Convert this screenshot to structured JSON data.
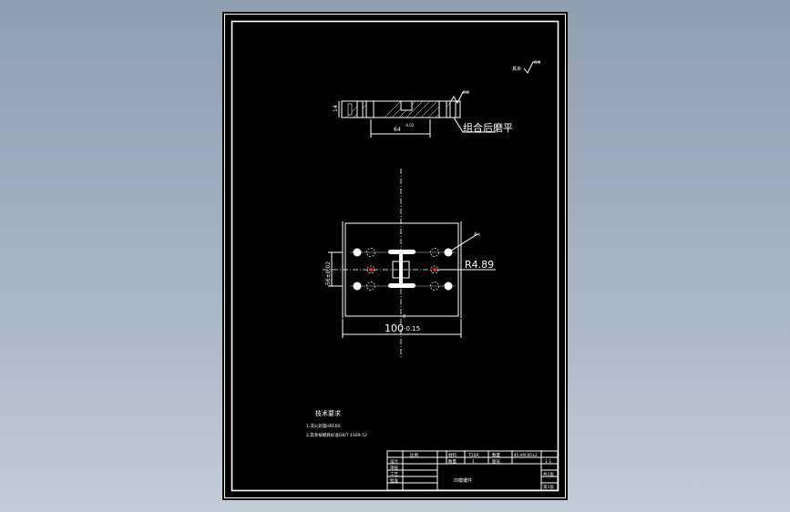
{
  "drawing": {
    "roughness_note": "其余",
    "roughness_value": "0.8",
    "section_roughness": "0.8",
    "section_thickness": "14",
    "section_width_dim": "64",
    "section_width_tol": "-0.02",
    "grind_note": "组合后磨平",
    "radius_label": "R4.89",
    "corner_label": "4×",
    "height_dim": "56±0.02",
    "width_dim": "100",
    "width_tol": "-0.15",
    "width_tol_upper": "0",
    "tech_title": "技术要求",
    "tech_items": [
      "1.淬火处理HRC60",
      "2.其余按模具标准GB/T 4169-52"
    ]
  },
  "title_block": {
    "r1": [
      "比例",
      "材料",
      "T10A",
      "数量",
      "45 HRC60±2",
      "1:1"
    ],
    "r2": [
      "设计",
      "",
      "数量",
      "1",
      "图号",
      ""
    ],
    "r3": [
      "审核",
      "",
      "凹模镶件"
    ],
    "r4": [
      "工艺",
      "",
      "",
      "",
      "",
      "共1张"
    ],
    "r5": [
      "批准",
      "",
      "",
      "",
      "",
      "第1张"
    ]
  }
}
